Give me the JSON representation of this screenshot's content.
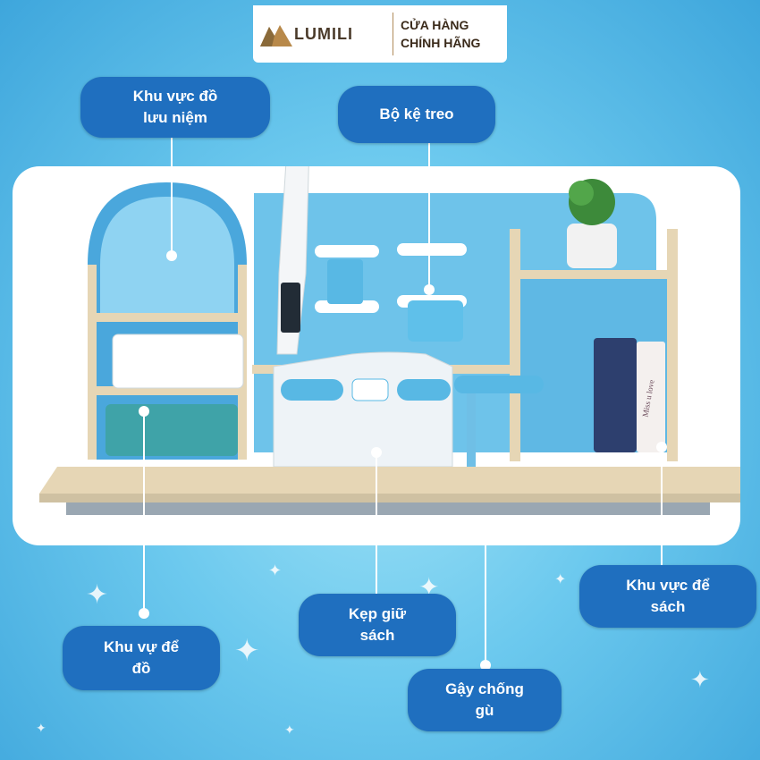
{
  "brand": {
    "name": "LUMILI",
    "store_line1": "CỬA HÀNG",
    "store_line2": "CHÍNH HÃNG"
  },
  "labels": {
    "souvenir": [
      "Khu vực đồ",
      "lưu niệm"
    ],
    "shelf": [
      "Bộ kệ treo"
    ],
    "book_area": [
      "Khu vực để",
      "sách"
    ],
    "storage": [
      "Khu vự để",
      "đồ"
    ],
    "book_holder": [
      "Kẹp giữ",
      "sách"
    ],
    "posture_bar": [
      "Gậy chống",
      "gù"
    ]
  },
  "product": {
    "book_cover_text": "Miss u love"
  },
  "colors": {
    "label_bg": "#1f6fbf",
    "panel_blue": "#6ec3ea",
    "wood": "#e6d6b5"
  }
}
